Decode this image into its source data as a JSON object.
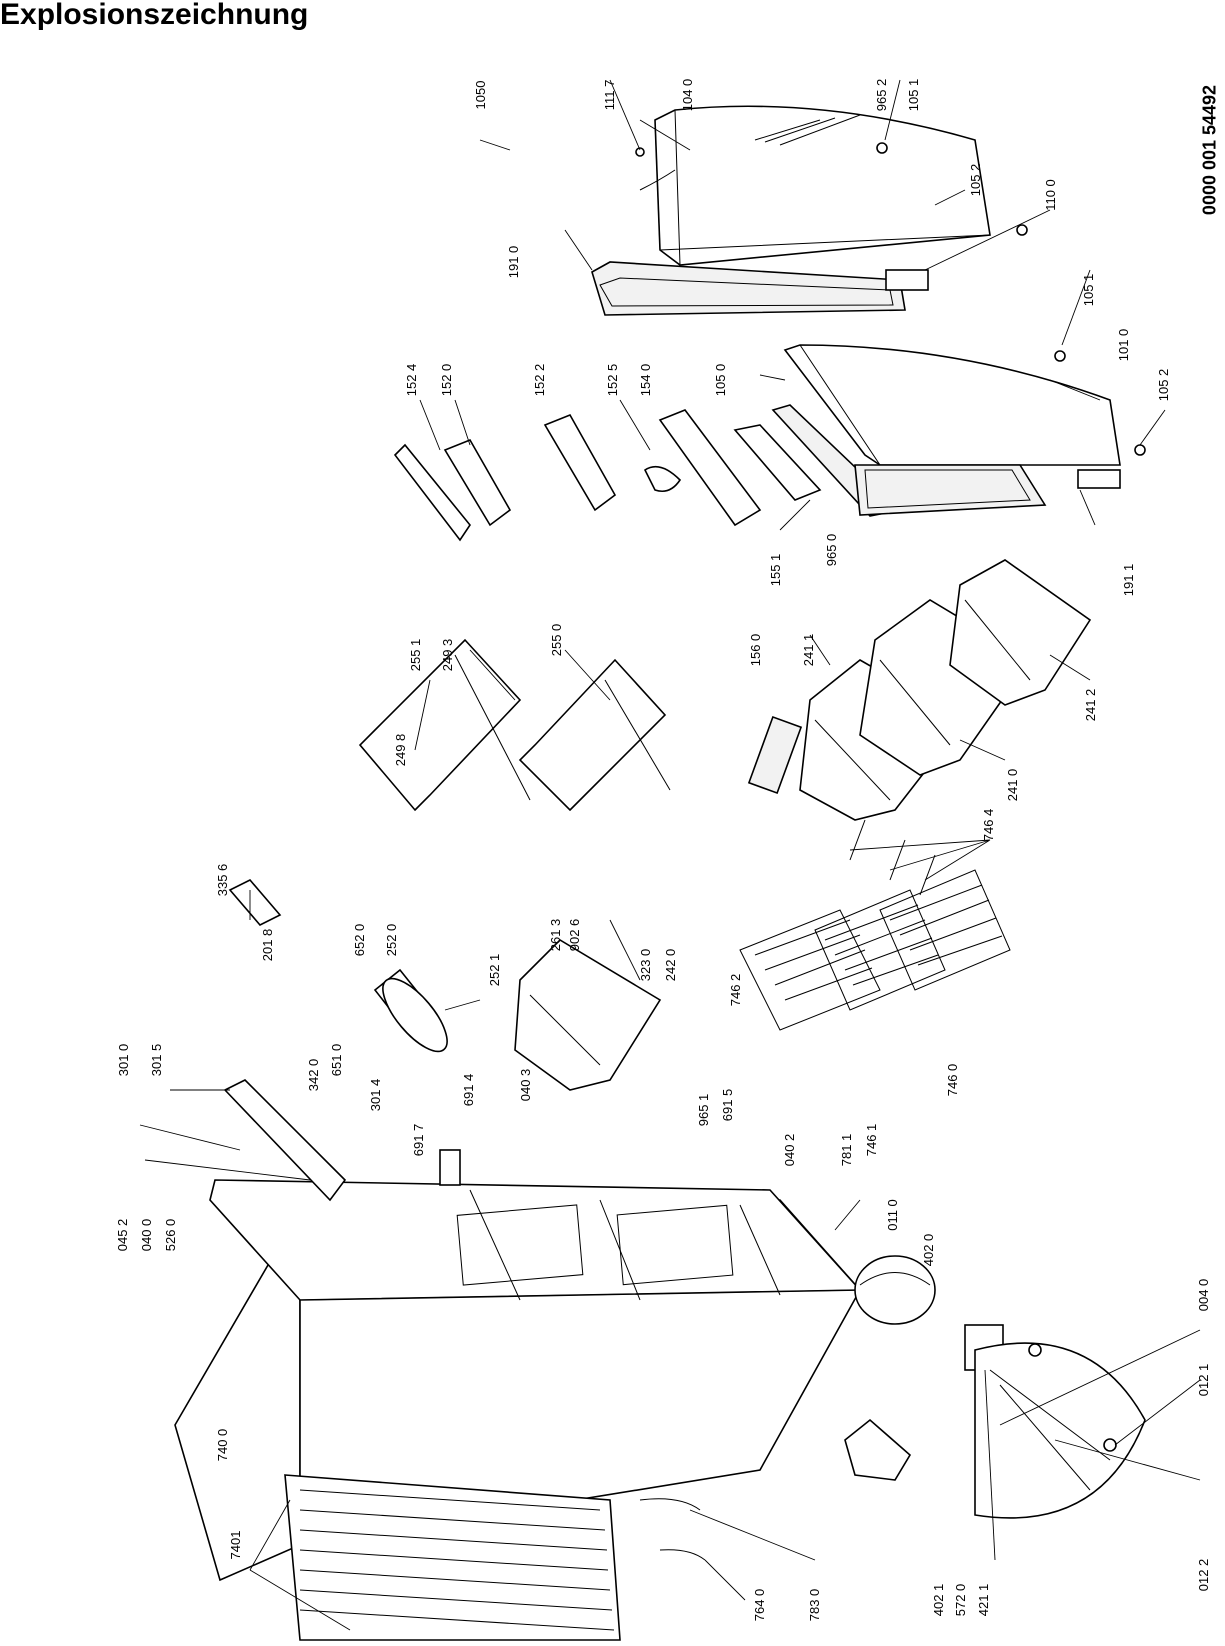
{
  "title": "Explosionszeichnung",
  "document_number": "0000 001 54492",
  "part_labels": [
    "1050",
    "111 7",
    "104 0",
    "965 2",
    "105 1",
    "105 2",
    "110 0",
    "191 0",
    "105 1",
    "101 0",
    "105 2",
    "152 4",
    "152 0",
    "152 2",
    "152 5",
    "154 0",
    "105 0",
    "965 0",
    "155 1",
    "191 1",
    "255 1",
    "249 3",
    "249 8",
    "255 0",
    "156 0",
    "241 1",
    "241 2",
    "241 0",
    "746 4",
    "335 6",
    "201 8",
    "652 0",
    "252 0",
    "252 1",
    "651 0",
    "301 5",
    "301 0",
    "342 0",
    "301 4",
    "691 4",
    "691 7",
    "040 3",
    "261 3",
    "902 6",
    "323 0",
    "242 0",
    "965 1",
    "746 2",
    "746 0",
    "691 5",
    "746 1",
    "781 1",
    "040 2",
    "045 2",
    "040 0",
    "526 0",
    "011 0",
    "402 0",
    "004 0",
    "012 1",
    "012 2",
    "740 0",
    "7401",
    "764 0",
    "783 0",
    "402 1",
    "572 0",
    "421 1"
  ]
}
